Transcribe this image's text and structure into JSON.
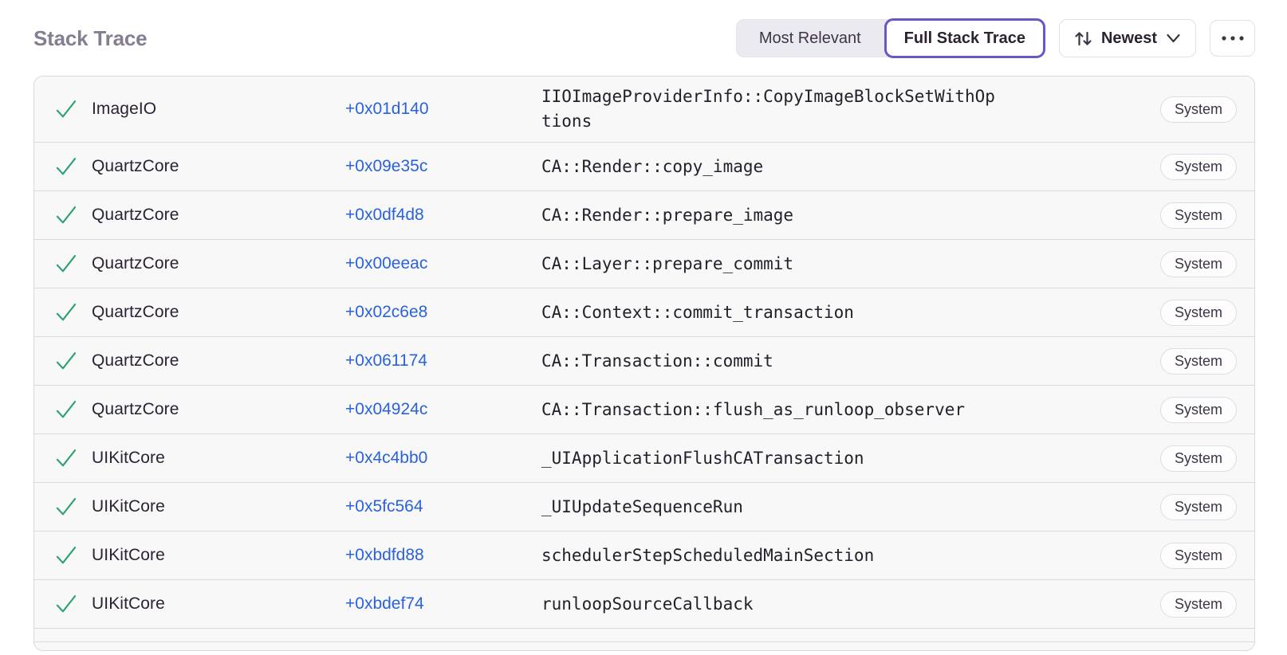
{
  "header": {
    "title": "Stack Trace",
    "view_toggle": {
      "most_relevant_label": "Most Relevant",
      "full_stack_trace_label": "Full Stack Trace"
    },
    "sort": {
      "label": "Newest"
    }
  },
  "icons": {
    "checkmark": "check-icon",
    "sort_arrows": "sort-arrows-icon",
    "chevron_down": "chevron-down-icon",
    "ellipsis": "ellipsis-icon"
  },
  "colors": {
    "accent_purple": "#6559C8",
    "link_blue": "#2A62D9",
    "check_green": "#2BA26F",
    "title_gray": "#857D90",
    "row_background": "#F8F8F9",
    "divider": "#DBD8E1"
  },
  "table": {
    "rows": [
      {
        "module": "ImageIO",
        "address": "+0x01d140",
        "function": "IIOImageProviderInfo::CopyImageBlockSetWithOptions",
        "badge": "System"
      },
      {
        "module": "QuartzCore",
        "address": "+0x09e35c",
        "function": "CA::Render::copy_image",
        "badge": "System"
      },
      {
        "module": "QuartzCore",
        "address": "+0x0df4d8",
        "function": "CA::Render::prepare_image",
        "badge": "System"
      },
      {
        "module": "QuartzCore",
        "address": "+0x00eeac",
        "function": "CA::Layer::prepare_commit",
        "badge": "System"
      },
      {
        "module": "QuartzCore",
        "address": "+0x02c6e8",
        "function": "CA::Context::commit_transaction",
        "badge": "System"
      },
      {
        "module": "QuartzCore",
        "address": "+0x061174",
        "function": "CA::Transaction::commit",
        "badge": "System"
      },
      {
        "module": "QuartzCore",
        "address": "+0x04924c",
        "function": "CA::Transaction::flush_as_runloop_observer",
        "badge": "System"
      },
      {
        "module": "UIKitCore",
        "address": "+0x4c4bb0",
        "function": "_UIApplicationFlushCATransaction",
        "badge": "System"
      },
      {
        "module": "UIKitCore",
        "address": "+0x5fc564",
        "function": "_UIUpdateSequenceRun",
        "badge": "System"
      },
      {
        "module": "UIKitCore",
        "address": "+0xbdfd88",
        "function": "schedulerStepScheduledMainSection",
        "badge": "System"
      },
      {
        "module": "UIKitCore",
        "address": "+0xbdef74",
        "function": "runloopSourceCallback",
        "badge": "System"
      }
    ]
  }
}
